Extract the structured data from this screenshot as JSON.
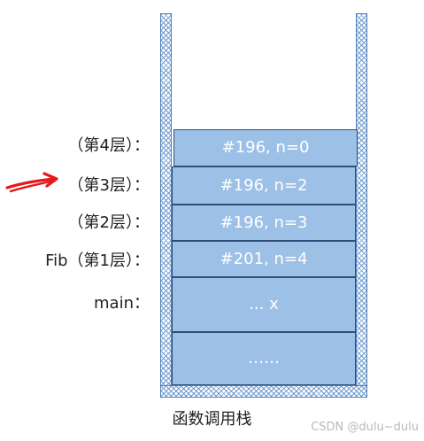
{
  "frames": [
    {
      "label": "#196, n=0"
    },
    {
      "label": "#196, n=2"
    },
    {
      "label": "#196, n=3"
    },
    {
      "label": "#201, n=4"
    },
    {
      "label": "... x"
    },
    {
      "label": "……"
    }
  ],
  "labels": [
    "（第4层）：",
    "（第3层）：",
    "（第2层）：",
    "Fib（第1层）：",
    "main："
  ],
  "caption": "函数调用栈",
  "watermark": "CSDN @dulu~dulu",
  "colors": {
    "frame_fill": "#9dc0e6",
    "frame_border": "#2f4e7a",
    "wall_hatch": "#6f9bd0",
    "arrow": "#e3191b"
  },
  "icons": {
    "pointer": "hand-drawn-red-arrow-icon"
  }
}
